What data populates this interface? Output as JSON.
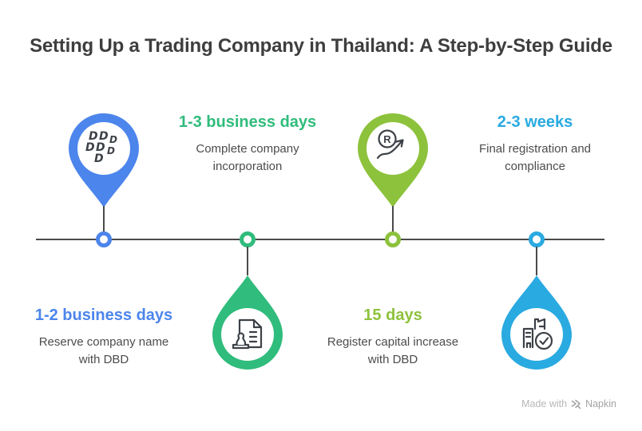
{
  "title": "Setting Up a Trading Company in Thailand: A Step-by-Step Guide",
  "colors": {
    "blue": "#4c85ec",
    "green": "#30bc7c",
    "olive": "#8dc23c",
    "cyan": "#29aae1",
    "timeline": "#4b4b4b",
    "title_text": "#3e3e3e",
    "body_text": "#4c4c4c"
  },
  "timeline": {
    "orientation": "horizontal",
    "marker_shape": "map-pin",
    "steps_count": 4
  },
  "steps": [
    {
      "duration": "1-2 business days",
      "description": "Reserve company name\nwith DBD",
      "accent": "blue",
      "icon": "dbd-letters-icon",
      "marker_position": "above-line",
      "label_position": "below-line"
    },
    {
      "duration": "1-3 business days",
      "description": "Complete company\nincorporation",
      "accent": "green",
      "icon": "stamp-document-icon",
      "marker_position": "below-line",
      "label_position": "above-line"
    },
    {
      "duration": "15 days",
      "description": "Register capital increase\nwith DBD",
      "accent": "olive",
      "icon": "registered-trademark-growth-icon",
      "marker_position": "above-line",
      "label_position": "below-line"
    },
    {
      "duration": "2-3 weeks",
      "description": "Final registration and\ncompliance",
      "accent": "cyan",
      "icon": "building-check-icon",
      "marker_position": "below-line",
      "label_position": "above-line"
    }
  ],
  "watermark": {
    "prefix": "Made with",
    "brand": "Napkin"
  }
}
